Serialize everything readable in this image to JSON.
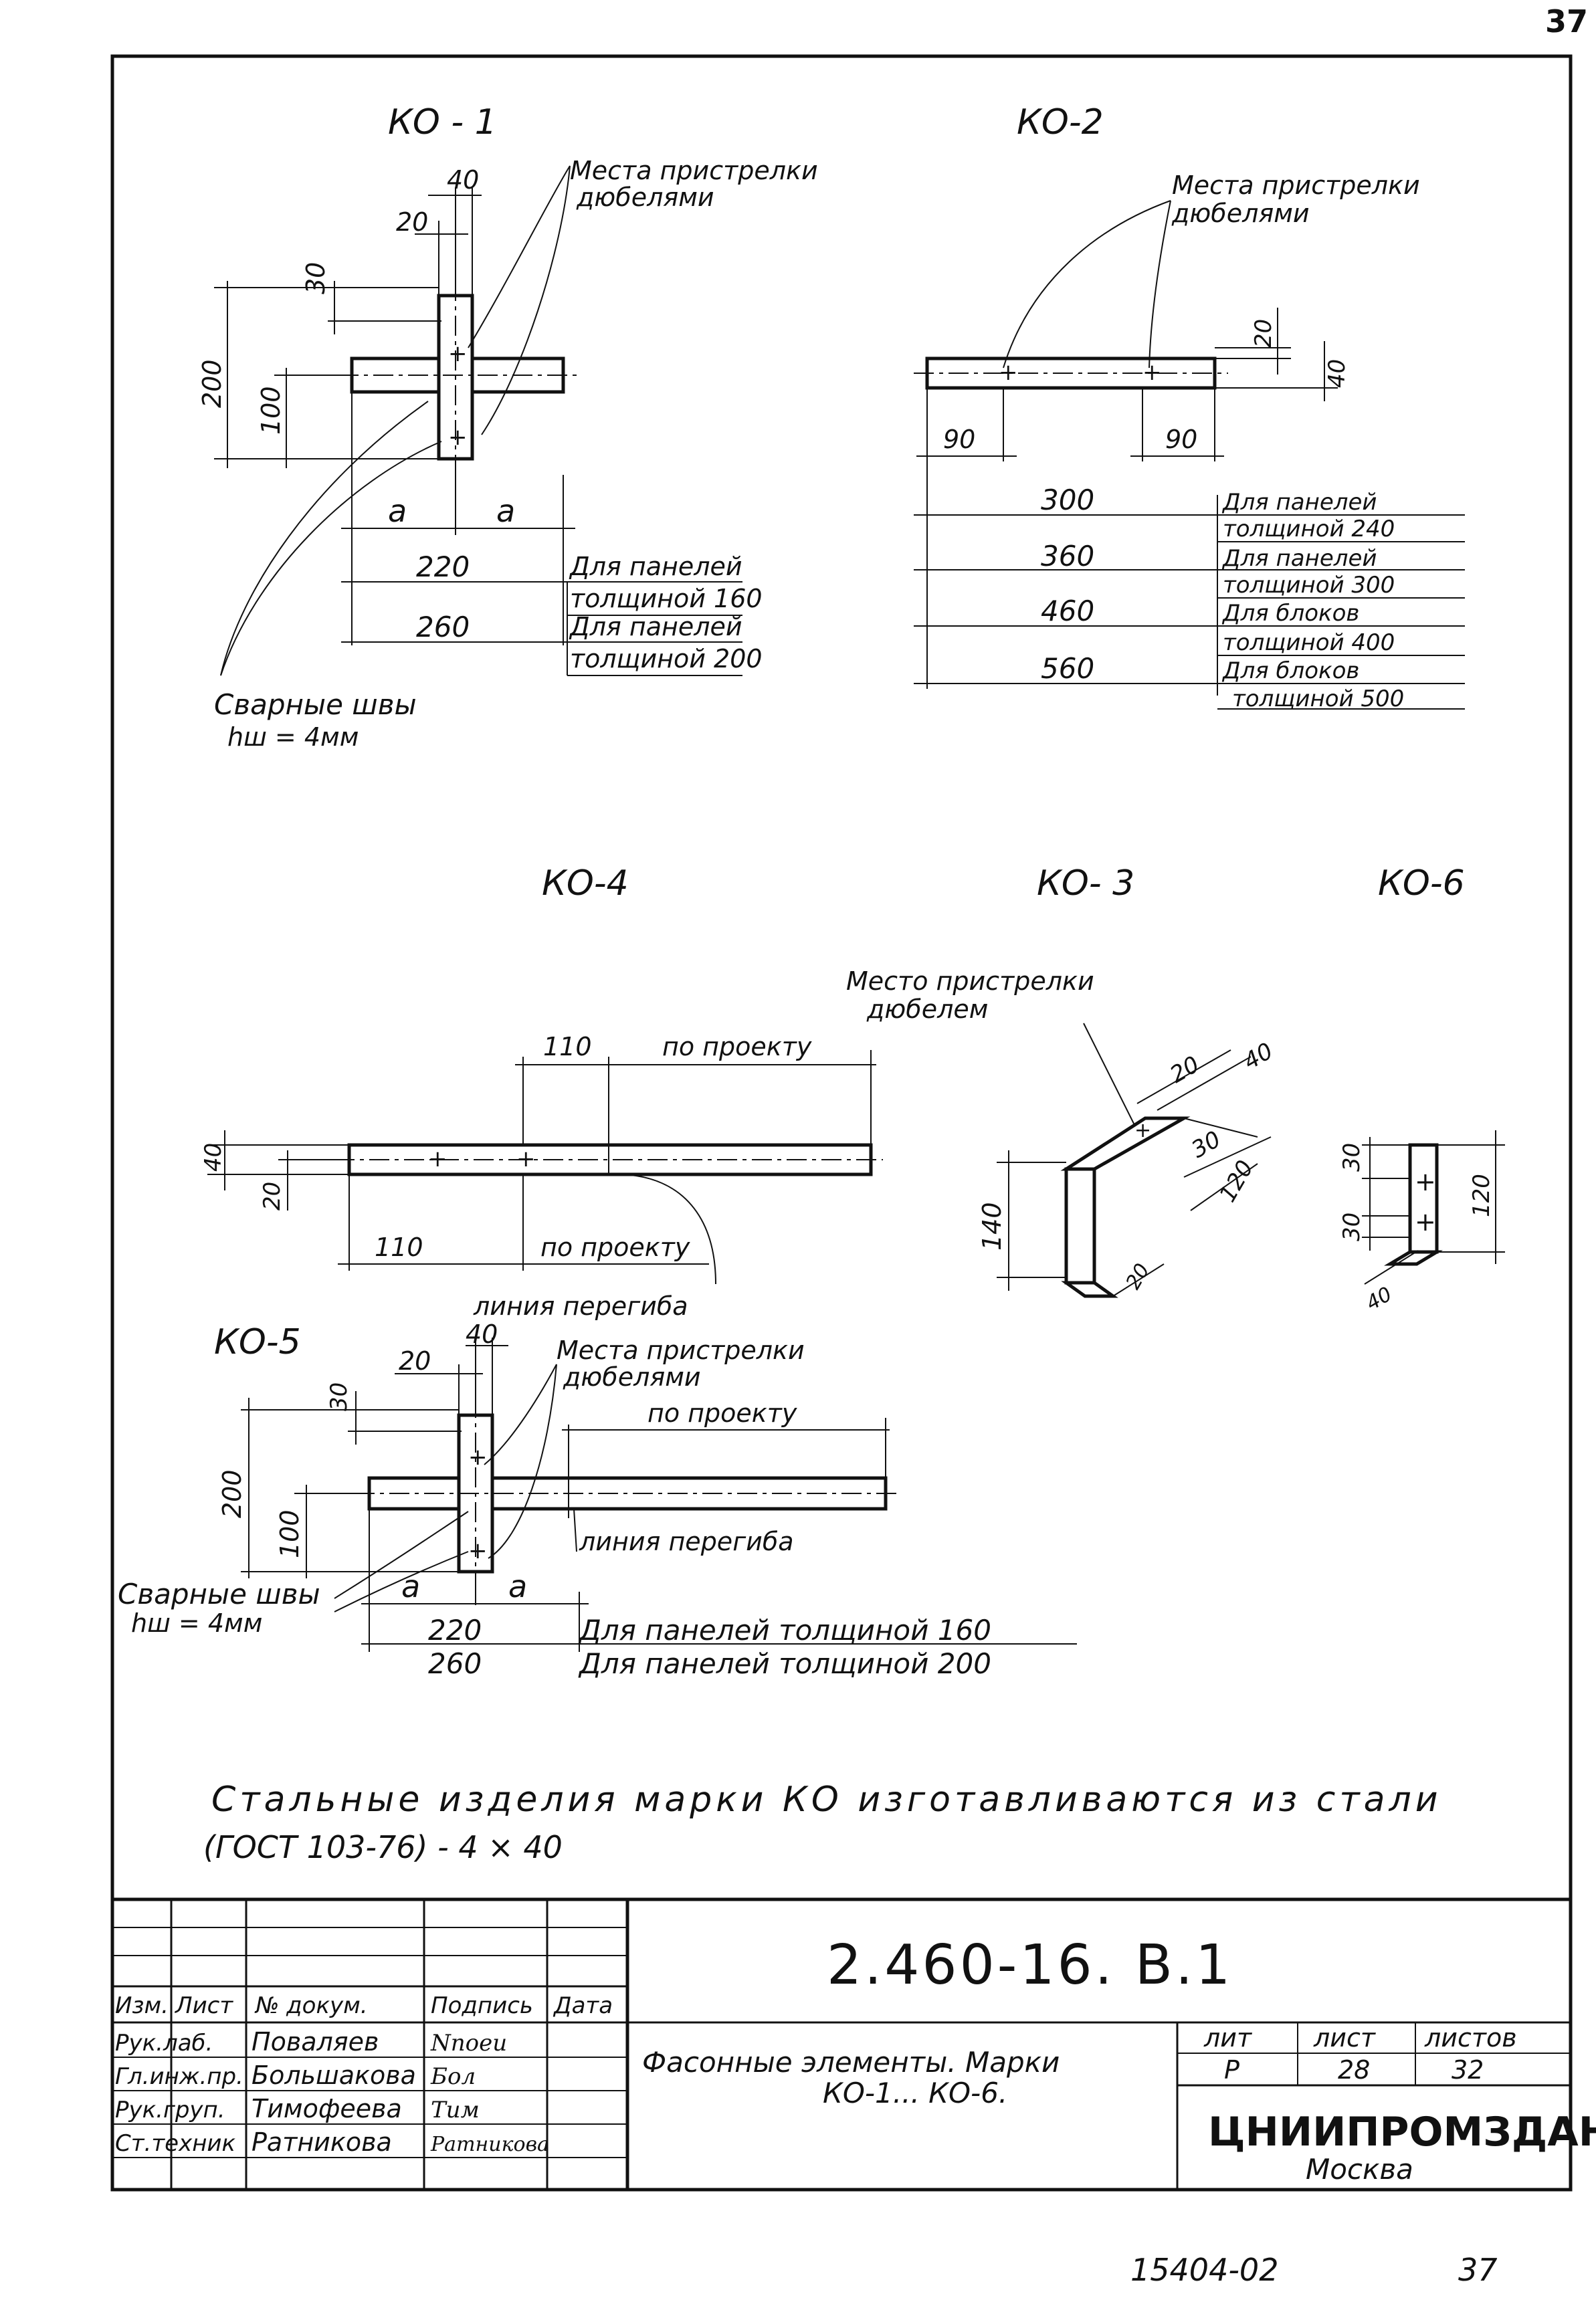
{
  "page_number": "37",
  "ko1": {
    "title": "КО - 1",
    "note_shots": [
      "Места пристрелки",
      "дюбелями"
    ],
    "dim_40": "40",
    "dim_20": "20",
    "dim_30": "30",
    "dim_200": "200",
    "dim_100": "100",
    "dim_a1": "a",
    "dim_a2": "a",
    "dim_220": "220",
    "dim_260": "260",
    "note_220": [
      "Для панелей",
      "толщиной 160"
    ],
    "note_260": [
      "Для панелей",
      "толщиной 200"
    ],
    "welds": [
      "Сварные швы",
      "hш = 4мм"
    ]
  },
  "ko2": {
    "title": "КО-2",
    "note_shots": [
      "Места пристрелки",
      "дюбелями"
    ],
    "dim_20": "20",
    "dim_40": "40",
    "dim_90a": "90",
    "dim_90b": "90",
    "rows": [
      {
        "dim": "300",
        "note": "Для панелей"
      },
      {
        "dim": "360",
        "note": "толщиной 240"
      },
      {
        "dim": "",
        "note": "Для панелей"
      },
      {
        "dim": "460",
        "note": "толщиной 300"
      },
      {
        "dim": "",
        "note": "Для блоков"
      },
      {
        "dim": "560",
        "note": "толщиной 400"
      },
      {
        "dim": "",
        "note": "Для блоков"
      },
      {
        "dim": "",
        "note": "толщиной 500"
      }
    ]
  },
  "ko4": {
    "title": "КО-4",
    "dim_110a": "110",
    "by_project_a": "по проекту",
    "dim_40": "40",
    "dim_20": "20",
    "dim_110b": "110",
    "by_project_b": "по проекту",
    "bend_line": "линия перегиба"
  },
  "ko3": {
    "title": "КО- 3",
    "note_shot": [
      "Место пристрелки",
      "дюбелем"
    ],
    "dim_20": "20",
    "dim_40": "40",
    "dim_30": "30",
    "dim_120": "120",
    "dim_140": "140",
    "dim_20b": "20"
  },
  "ko6": {
    "title": "КО-6",
    "dim_30a": "30",
    "dim_30b": "30",
    "dim_120": "120",
    "dim_40": "40"
  },
  "ko5": {
    "title": "КО-5",
    "dim_20": "20",
    "dim_40": "40",
    "dim_30": "30",
    "dim_200": "200",
    "dim_100": "100",
    "note_shots": [
      "Места пристрелки",
      "дюбелями"
    ],
    "by_project": "по проекту",
    "bend_line": "линия перегиба",
    "welds": [
      "Сварные швы",
      "hш = 4мм"
    ],
    "dim_a1": "a",
    "dim_a2": "a",
    "dim_220": "220",
    "dim_260": "260",
    "note_220": "Для панелей толщиной 160",
    "note_260": "Для панелей толщиной 200"
  },
  "note": [
    "Стальные изделия марки КО изготавливаются из стали",
    "(ГОСТ 103-76) - 4 × 40"
  ],
  "title_block": {
    "doc_code": "2.460-16. В.1",
    "col_headers": [
      "Изм.",
      "Лист",
      "№ докум.",
      "Подпись",
      "Дата"
    ],
    "people": [
      {
        "role": "Рук.лаб.",
        "name": "Поваляев",
        "sign": "Nnoeu"
      },
      {
        "role": "Гл.инж.пр.",
        "name": "Большакова",
        "sign": "Бол"
      },
      {
        "role": "Рук.груп.",
        "name": "Тимофеева",
        "sign": "Тим"
      },
      {
        "role": "Ст.техник",
        "name": "Ратникова",
        "sign": "Ратникова"
      }
    ],
    "title": [
      "Фасонные элементы. Марки",
      "КО-1... КО-6."
    ],
    "lit_label": "лит",
    "sheet_label": "лист",
    "sheets_label": "листов",
    "lit": "Р",
    "sheet": "28",
    "sheets": "32",
    "org": "ЦНИИПРОМЗДАНИЙ",
    "city": "Москва"
  },
  "footer": {
    "code": "15404-02",
    "num": "37"
  }
}
